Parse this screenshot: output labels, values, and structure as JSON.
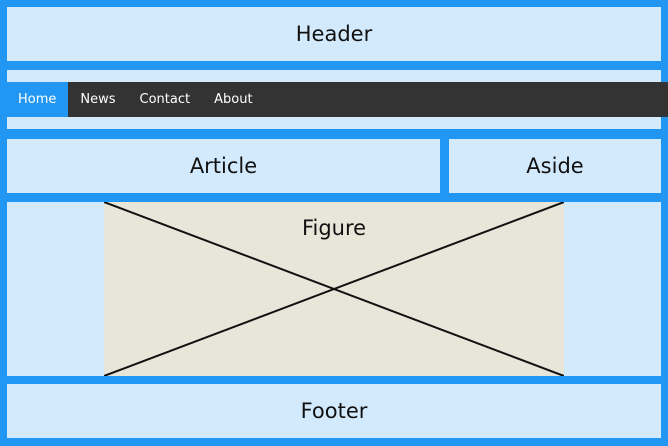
{
  "header": {
    "label": "Header"
  },
  "nav": {
    "items": [
      {
        "label": "Home",
        "active": true
      },
      {
        "label": "News",
        "active": false
      },
      {
        "label": "Contact",
        "active": false
      },
      {
        "label": "About",
        "active": false
      }
    ]
  },
  "article": {
    "label": "Article"
  },
  "aside": {
    "label": "Aside"
  },
  "figure": {
    "label": "Figure"
  },
  "footer": {
    "label": "Footer"
  },
  "colors": {
    "frame": "#2196f3",
    "panel": "#d3eafd",
    "navbar": "#333333",
    "nav_active": "#2196f3",
    "figure_fill": "#e8e6d9"
  }
}
